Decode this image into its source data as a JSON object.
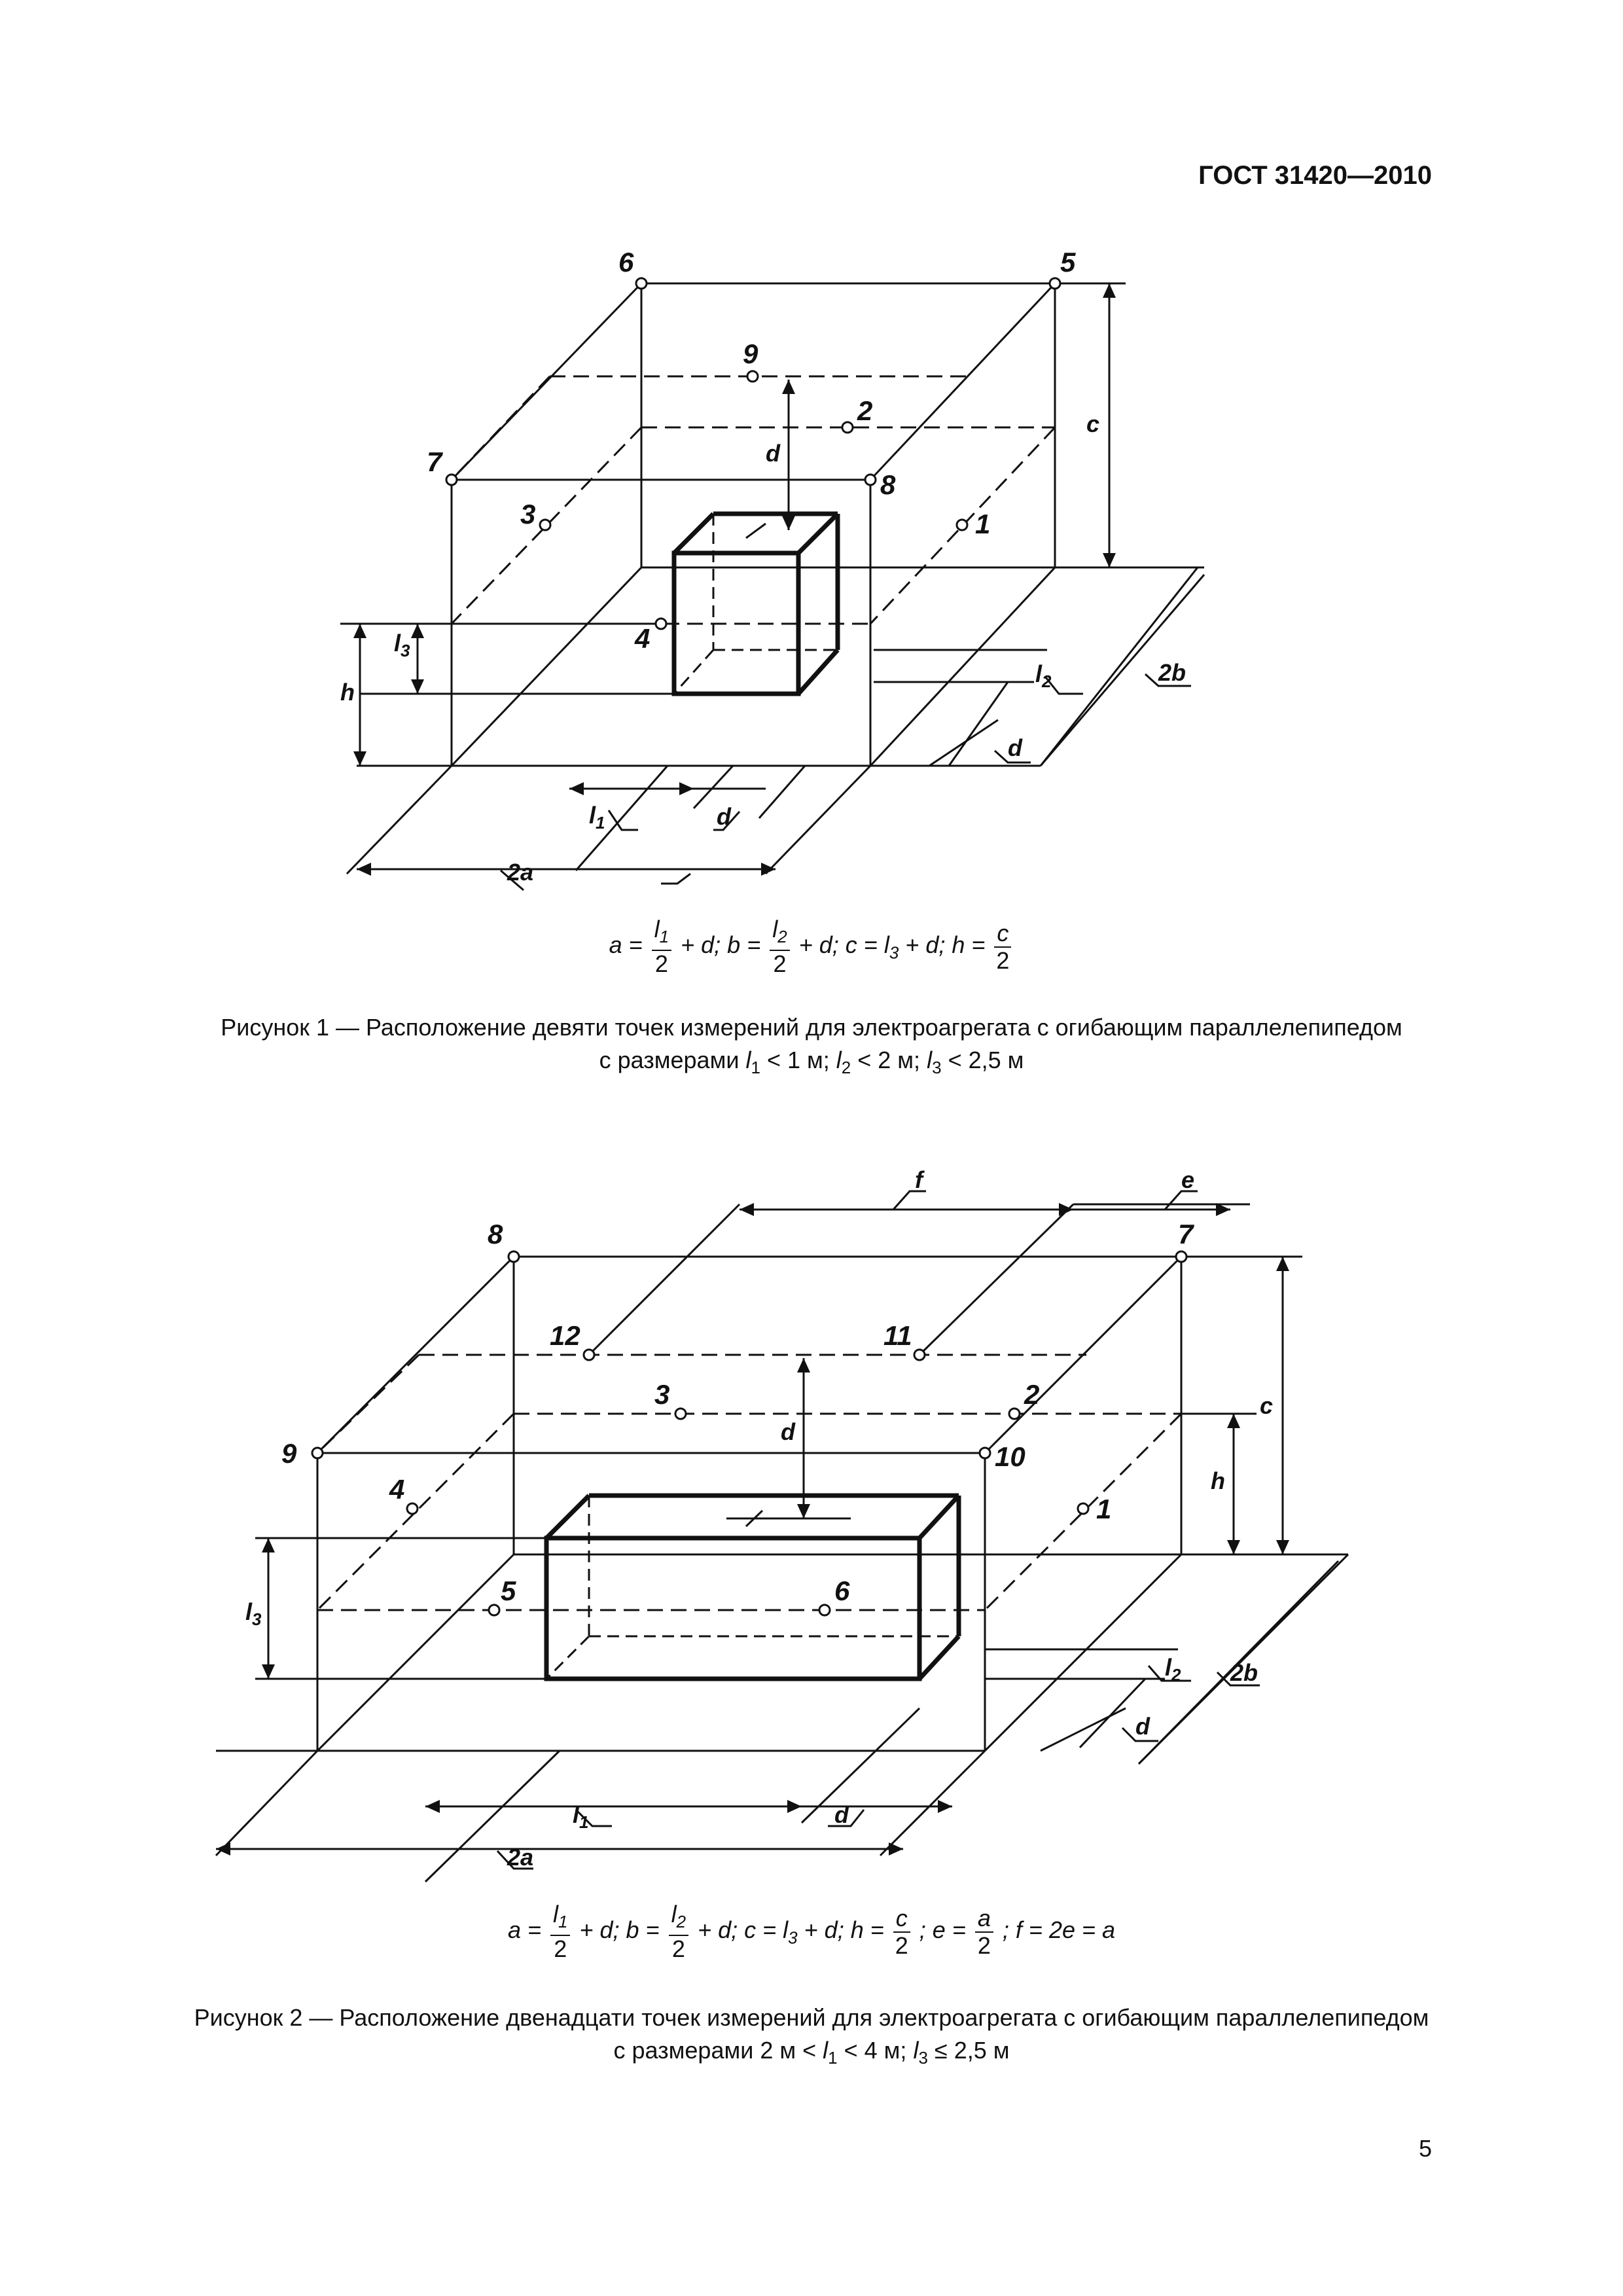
{
  "header": {
    "standard": "ГОСТ 31420—2010"
  },
  "page_number": "5",
  "figure1": {
    "point_labels": [
      "1",
      "2",
      "3",
      "4",
      "5",
      "6",
      "7",
      "8",
      "9"
    ],
    "dim_labels": {
      "c": "c",
      "d": "d",
      "l3": "l",
      "l3_sub": "3",
      "h": "h",
      "l2": "l",
      "l2_sub": "2",
      "b2": "2b",
      "d_right": "d",
      "l1": "l",
      "l1_sub": "1",
      "d_bottom": "d",
      "a2": "2a"
    },
    "formula": {
      "p1": "a =",
      "f1_num": "l",
      "f1_num_sub": "1",
      "f1_den": "2",
      "p2": "+ d; b =",
      "f2_num": "l",
      "f2_num_sub": "2",
      "f2_den": "2",
      "p3": "+ d; c = l",
      "p3_sub": "3",
      "p4": "+ d; h =",
      "f3_num": "c",
      "f3_den": "2"
    },
    "caption": {
      "line1": "Рисунок  1 — Расположение девяти точек измерений для электроагрегата с огибающим параллелепипедом",
      "line2_a": "с размерами",
      "l1": "l",
      "l1_sub": "1",
      "t1": "< 1 м;",
      "l2": "l",
      "l2_sub": "2",
      "t2": "< 2 м;",
      "l3": "l",
      "l3_sub": "3",
      "t3": "< 2,5 м"
    }
  },
  "figure2": {
    "point_labels": [
      "1",
      "2",
      "3",
      "4",
      "5",
      "6",
      "7",
      "8",
      "9",
      "10",
      "11",
      "12"
    ],
    "dim_labels": {
      "f": "f",
      "e": "e",
      "c": "c",
      "d": "d",
      "h": "h",
      "l3": "l",
      "l3_sub": "3",
      "l2": "l",
      "l2_sub": "2",
      "b2": "2b",
      "d_right": "d",
      "l1": "l",
      "l1_sub": "1",
      "d_bottom": "d",
      "a2": "2a"
    },
    "formula": {
      "p1": "a =",
      "f1_num": "l",
      "f1_num_sub": "1",
      "f1_den": "2",
      "p2": "+ d; b =",
      "f2_num": "l",
      "f2_num_sub": "2",
      "f2_den": "2",
      "p3": "+ d; c = l",
      "p3_sub": "3",
      "p4": "+ d; h =",
      "f3_num": "c",
      "f3_den": "2",
      "p5": "; e =",
      "f4_num": "a",
      "f4_den": "2",
      "p6": "; f = 2e = a"
    },
    "caption": {
      "line1": "Рисунок 2 — Расположение двенадцати точек измерений для электроагрегата с огибающим параллелепипедом",
      "line2_a": "с размерами 2 м <",
      "l1": "l",
      "l1_sub": "1",
      "t1": "< 4 м;",
      "l3": "l",
      "l3_sub": "3",
      "t3": "≤ 2,5 м"
    }
  }
}
